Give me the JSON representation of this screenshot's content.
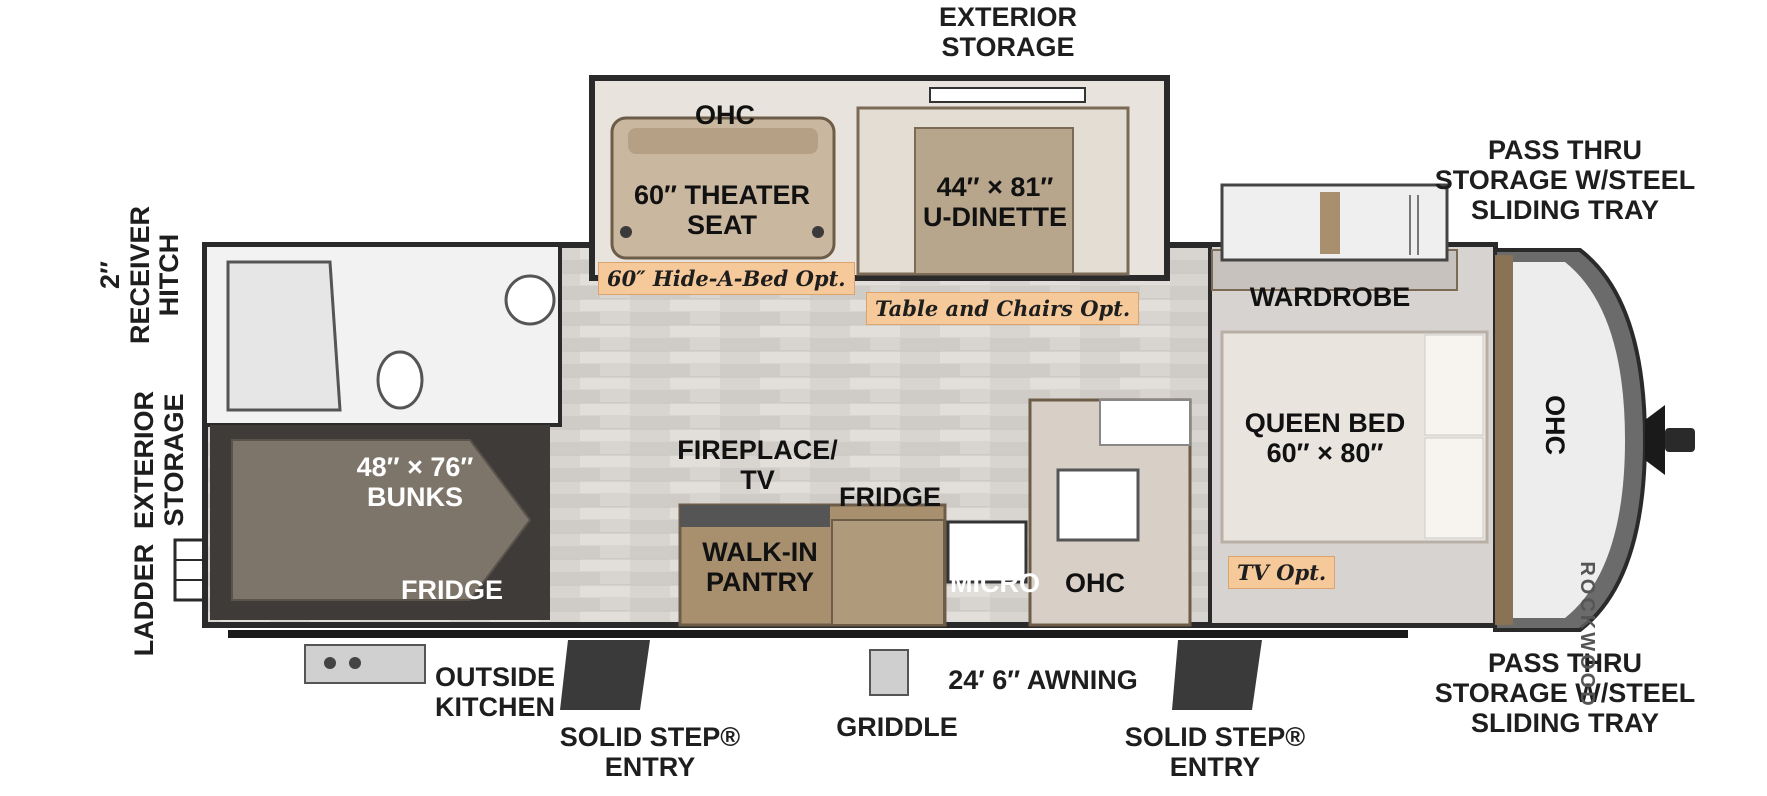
{
  "labels": {
    "exterior_storage_top": "EXTERIOR\nSTORAGE",
    "ohc_slide": "OHC",
    "theater_seat": "60″ THEATER\nSEAT",
    "u_dinette": "44″ × 81″\nU-DINETTE",
    "pass_thru_top": "PASS THRU\nSTORAGE W/STEEL\nSLIDING TRAY",
    "wardrobe": "WARDROBE",
    "queen_bed": "QUEEN BED\n60″ × 80″",
    "ohc_front": "OHC",
    "fireplace_tv": "FIREPLACE/\nTV",
    "fridge_kitchen": "FRIDGE",
    "bunks": "48″ × 76″\nBUNKS",
    "fridge_bunk": "FRIDGE",
    "walk_in_pantry": "WALK-IN\nPANTRY",
    "micro": "MICRO",
    "ohc_kitchen": "OHC",
    "outside_kitchen": "OUTSIDE\nKITCHEN",
    "solid_step_rear": "SOLID STEP®\nENTRY",
    "griddle": "GRIDDLE",
    "awning": "24′ 6″ AWNING",
    "solid_step_front": "SOLID STEP®\nENTRY",
    "pass_thru_bottom": "PASS THRU\nSTORAGE W/STEEL\nSLIDING TRAY",
    "receiver_hitch": "2″\nRECEIVER\nHITCH",
    "exterior_storage_side": "EXTERIOR\nSTORAGE",
    "ladder": "LADDER",
    "brand": "ROCKWOOD"
  },
  "options": {
    "hide_a_bed": "60″ Hide-A-Bed Opt.",
    "table_chairs": "Table and Chairs Opt.",
    "tv": "TV Opt."
  },
  "colors": {
    "floor": "#d9d6d2",
    "wall": "#2a2a2a",
    "cabinet": "#a8906f",
    "bed": "#e9e4de",
    "bunk": "#7d746a",
    "option_bg": "#f5c99a",
    "cap": "#6b6b6b"
  }
}
